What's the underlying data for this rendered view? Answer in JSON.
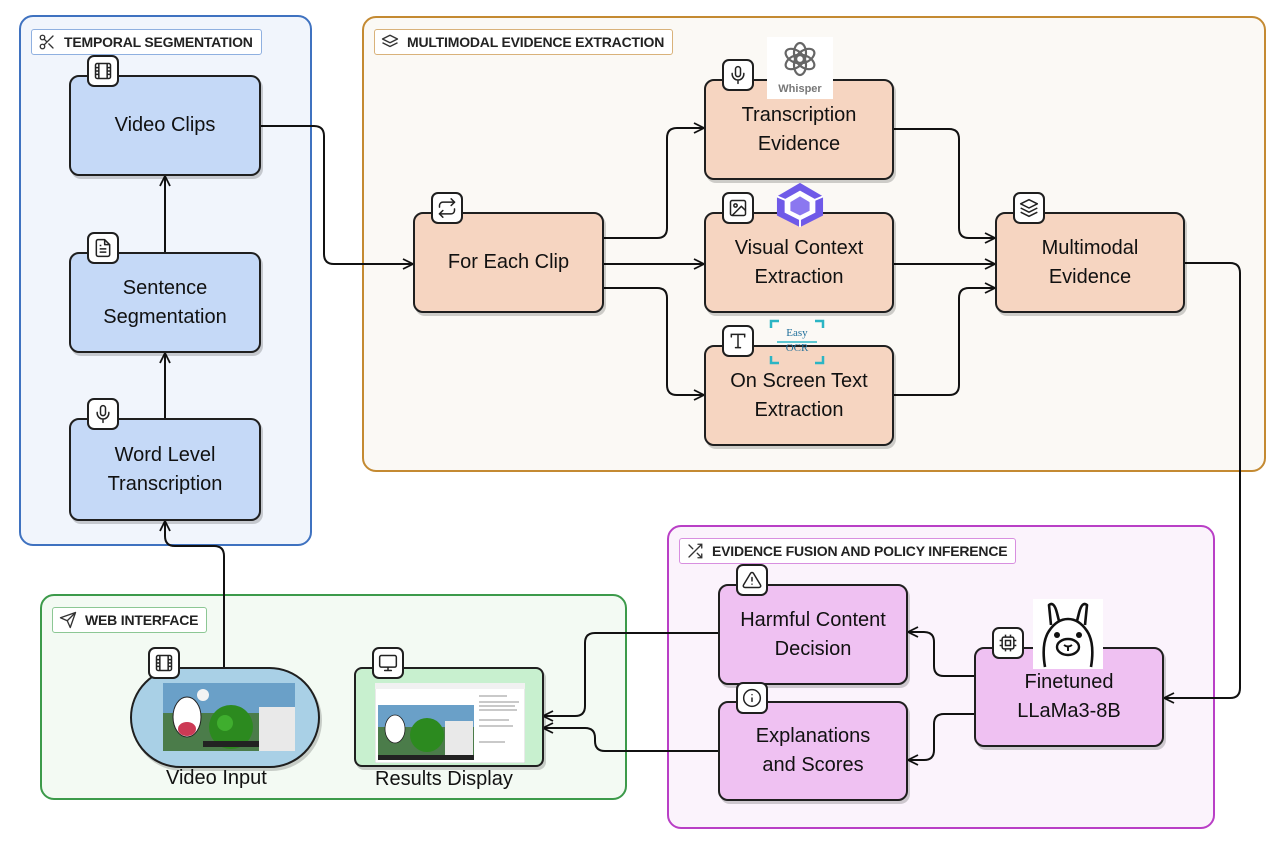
{
  "groups": {
    "temporal": "TEMPORAL SEGMENTATION",
    "multimodal": "MULTIMODAL EVIDENCE EXTRACTION",
    "fusion": "EVIDENCE FUSION AND POLICY INFERENCE",
    "web": "WEB INTERFACE"
  },
  "nodes": {
    "video_clips": "Video Clips",
    "sentence_segmentation": "Sentence\nSegmentation",
    "word_level_transcription": "Word Level\nTranscription",
    "for_each_clip": "For Each Clip",
    "transcription_evidence": "Transcription\nEvidence",
    "visual_context_extraction": "Visual Context\nExtraction",
    "on_screen_text_extraction": "On Screen Text\nExtraction",
    "multimodal_evidence": "Multimodal\nEvidence",
    "harmful_content_decision": "Harmful Content\nDecision",
    "explanations_and_scores": "Explanations\nand Scores",
    "finetuned_llama": "Finetuned\nLLaMa3-8B"
  },
  "web": {
    "video_input": "Video Input",
    "results_display": "Results Display"
  },
  "logos": {
    "whisper": "Whisper",
    "easyocr_line1": "Easy",
    "easyocr_line2": "OCR"
  },
  "colors": {
    "temporal_border": "#3f72c0",
    "multimodal_border": "#c48a32",
    "fusion_border": "#b93fc6",
    "web_border": "#3c9a4a",
    "blue_node": "#c5d9f7",
    "peach_node": "#f6d5c1",
    "pink_node": "#efc1f2"
  },
  "icons": [
    "scissors-icon",
    "layers-icon",
    "shuffle-icon",
    "send-icon",
    "film-icon",
    "document-icon",
    "microphone-icon",
    "repeat-icon",
    "image-icon",
    "type-icon",
    "warning-icon",
    "info-icon",
    "chip-icon",
    "monitor-icon"
  ]
}
